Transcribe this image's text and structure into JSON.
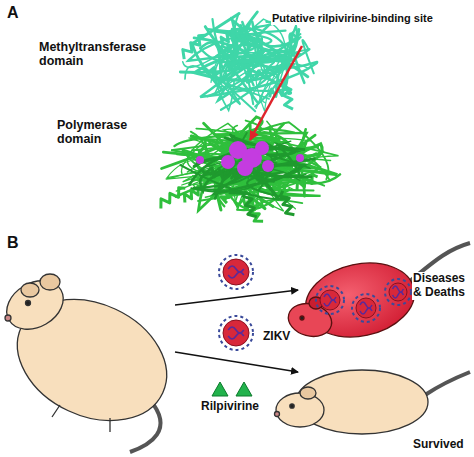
{
  "diagram": {
    "labels": [
      "A",
      "Methyltransferase domain",
      "Putative rilpivirine-binding site",
      "Polymerase domain",
      "B",
      "ZIKV",
      "Diseases & Deaths",
      "Rilpivirine",
      "Survived"
    ]
  }
}
